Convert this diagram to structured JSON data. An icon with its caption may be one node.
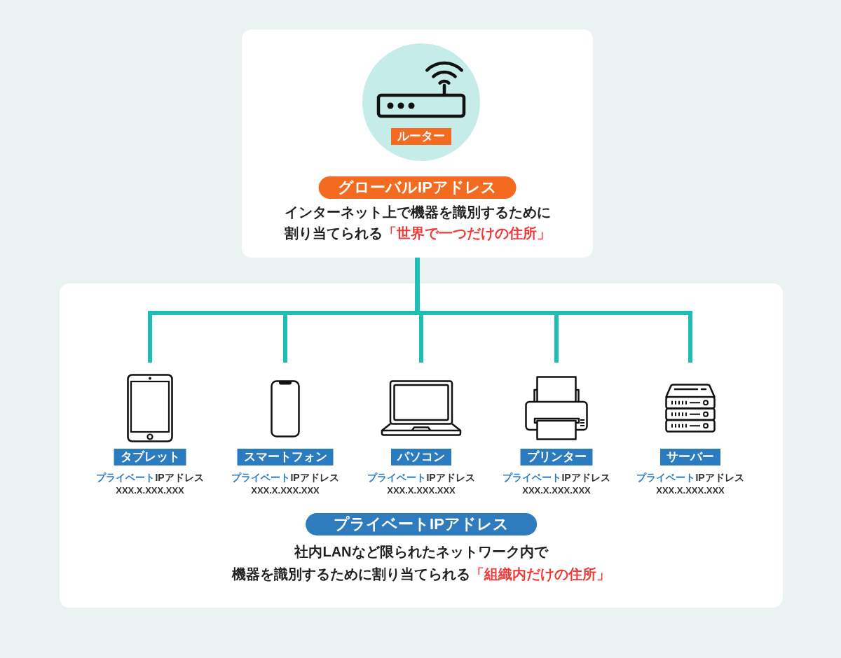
{
  "diagram": {
    "nodes": [
      {
        "text": [
          "グローバルIPアドレス",
          "インターネット上で機器を識別するために割り当てられる**「世界で一つだけの住所」**"
        ]
      },
      {
        "text": [
          "ルーター"
        ],
        "in": 0
      },
      {
        "text": [
          "プライベートIPアドレス",
          "社内LANなど限られたネットワーク内で機器を識別するために割り当てられる**「組織内だけの住所」**"
        ]
      },
      {
        "text": [
          "タブレット",
          "**プライベート**IPアドレス",
          "XXX.X.XXX.XXX"
        ],
        "in": 2
      },
      {
        "text": [
          "スマートフォン",
          "**プライベート**IPアドレス",
          "XXX.X.XXX.XXX"
        ],
        "in": 2
      },
      {
        "text": [
          "パソコン",
          "**プライベート**IPアドレス",
          "XXX.X.XXX.XXX"
        ],
        "in": 2
      },
      {
        "text": [
          "プリンター",
          "**プライベート**IPアドレス",
          "XXX.X.XXX.XXX"
        ],
        "in": 2
      },
      {
        "text": [
          "サーバー",
          "**プライベート**IPアドレス",
          "XXX.X.XXX.XXX"
        ],
        "in": 2
      }
    ],
    "edges": [
      {
        "from": 0,
        "to": 3,
        "arrow": "none"
      },
      {
        "from": 0,
        "to": 4,
        "arrow": "none"
      },
      {
        "from": 0,
        "to": 5,
        "arrow": "none"
      },
      {
        "from": 0,
        "to": 6,
        "arrow": "none"
      },
      {
        "from": 0,
        "to": 7,
        "arrow": "none"
      }
    ]
  }
}
